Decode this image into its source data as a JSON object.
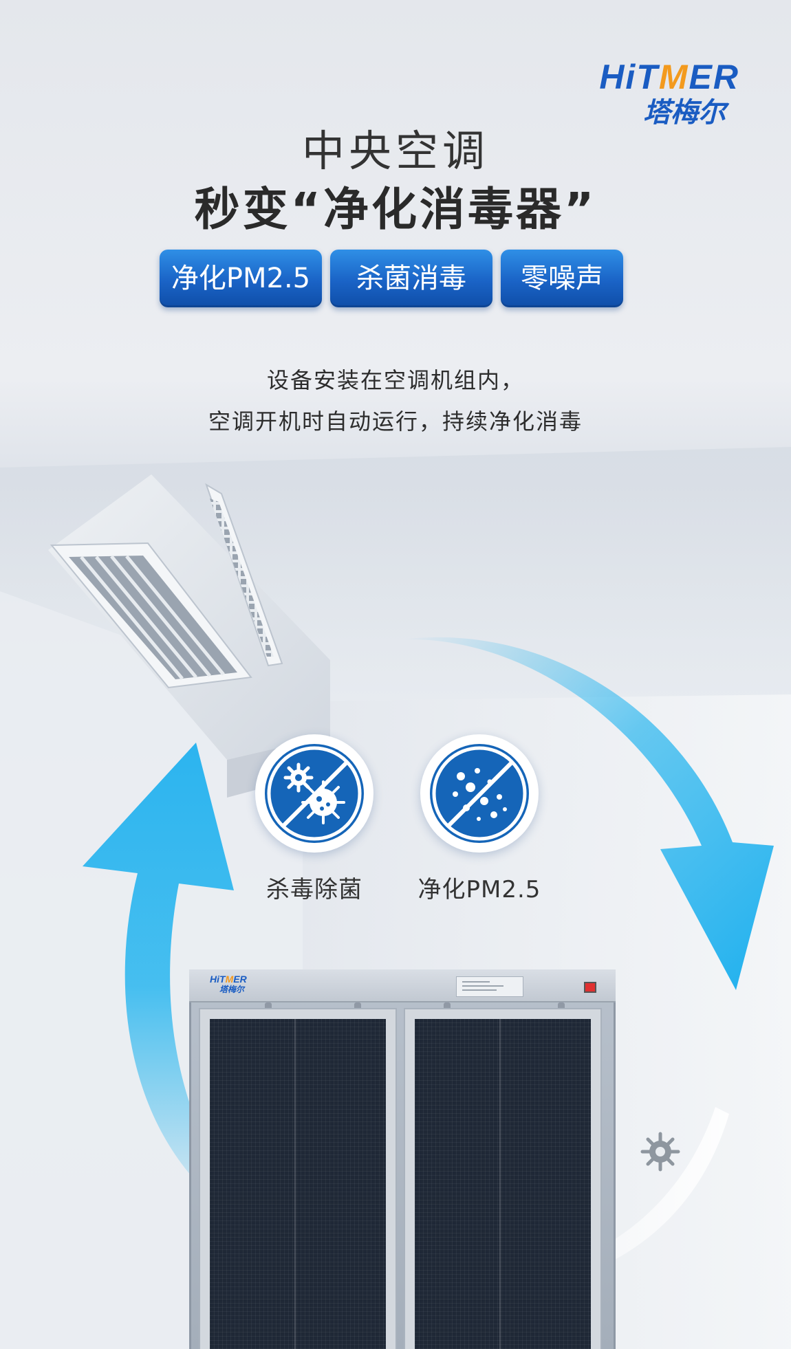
{
  "brand": {
    "logo_en_prefix": "HiT",
    "logo_en_accent": "M",
    "logo_en_suffix": "ER",
    "logo_cn": "塔梅尔",
    "color_primary": "#1a5cc2",
    "color_accent": "#f39a1e"
  },
  "headline": {
    "line1": "中央空调",
    "line2": "秒变“净化消毒器”"
  },
  "tags": [
    {
      "label": "净化PM2.5"
    },
    {
      "label": "杀菌消毒"
    },
    {
      "label": "零噪声"
    }
  ],
  "description": {
    "line1": "设备安装在空调机组内，",
    "line2": "空调开机时自动运行，持续净化消毒"
  },
  "features": [
    {
      "label": "杀毒除菌",
      "icon": "no-virus-icon"
    },
    {
      "label": "净化PM2.5",
      "icon": "no-particles-icon"
    }
  ],
  "device": {
    "logo_en_prefix": "HiT",
    "logo_en_accent": "M",
    "logo_en_suffix": "ER",
    "logo_cn": "塔梅尔"
  },
  "colors": {
    "pill_blue": "#1a63c6",
    "arrow_blue": "#29b6ef",
    "icon_blue": "#1565b8"
  }
}
